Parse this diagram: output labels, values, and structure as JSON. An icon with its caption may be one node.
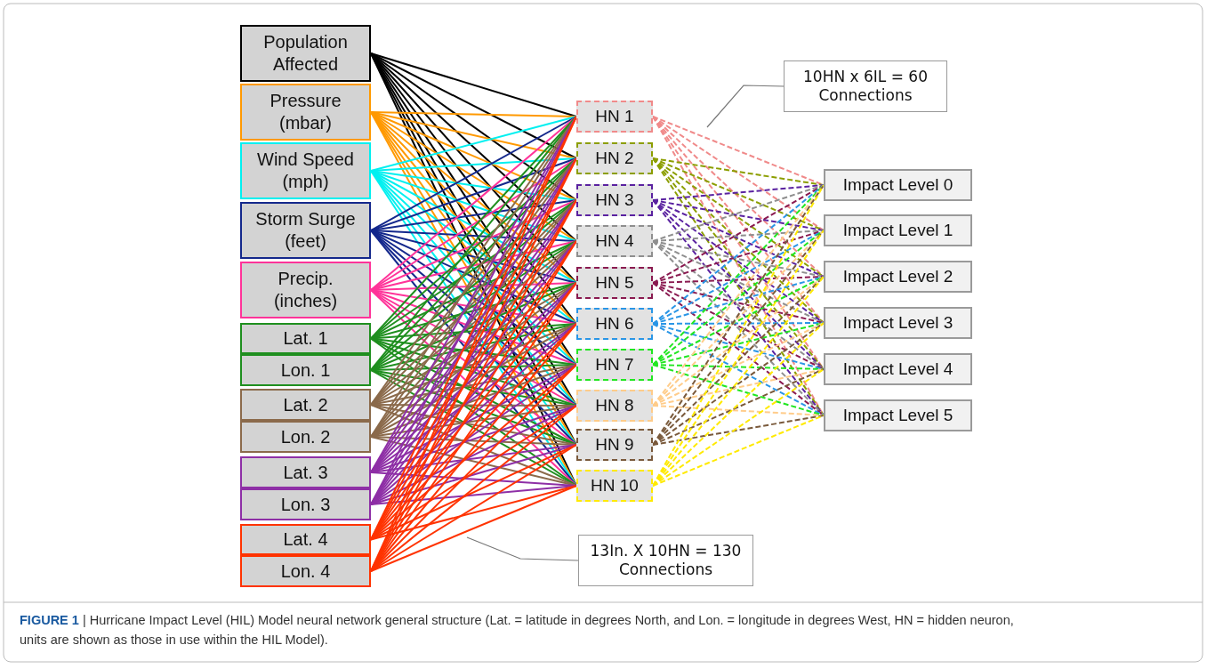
{
  "diagram": {
    "caption": "**FIGURE 1** | Hurricane Impact Level (HIL) Model neural network general structure (Lat. = latitude in degrees North, and Lon. = longitude in degrees West, HN = hidden neuron, units are shown as those in use within the HIL Model).",
    "nodes": [
      {
        "text": [
          "Population Affected"
        ]
      },
      {
        "text": [
          "Pressure (mbar)"
        ]
      },
      {
        "text": [
          "Wind Speed (mph)"
        ]
      },
      {
        "text": [
          "Storm Surge (feet)"
        ]
      },
      {
        "text": [
          "Precip. (inches)"
        ]
      },
      {
        "text": [
          "Lat. 1"
        ]
      },
      {
        "text": [
          "Lon. 1"
        ]
      },
      {
        "text": [
          "Lat. 2"
        ]
      },
      {
        "text": [
          "Lon. 2"
        ]
      },
      {
        "text": [
          "Lat. 3"
        ]
      },
      {
        "text": [
          "Lon. 3"
        ]
      },
      {
        "text": [
          "Lat. 4"
        ]
      },
      {
        "text": [
          "Lon. 4"
        ]
      },
      {
        "text": [
          "HN 1"
        ]
      },
      {
        "text": [
          "HN 2"
        ]
      },
      {
        "text": [
          "HN 3"
        ]
      },
      {
        "text": [
          "HN 4"
        ]
      },
      {
        "text": [
          "HN 5"
        ]
      },
      {
        "text": [
          "HN 6"
        ]
      },
      {
        "text": [
          "HN 7"
        ]
      },
      {
        "text": [
          "HN 8"
        ]
      },
      {
        "text": [
          "HN 9"
        ]
      },
      {
        "text": [
          "HN 10"
        ]
      },
      {
        "text": [
          "Impact Level 0"
        ]
      },
      {
        "text": [
          "Impact Level 1"
        ]
      },
      {
        "text": [
          "Impact Level 2"
        ]
      },
      {
        "text": [
          "Impact Level 3"
        ]
      },
      {
        "text": [
          "Impact Level 4"
        ]
      },
      {
        "text": [
          "Impact Level 5"
        ]
      },
      {
        "text": [
          "10HN x 6IL = 60 Connections"
        ]
      },
      {
        "text": [
          "13In. X 10HN = 130 Connections"
        ]
      }
    ],
    "edges": [
      {
        "from": 0,
        "to": 13,
        "arrow": "none",
        "color": "#000000"
      },
      {
        "from": 0,
        "to": 14,
        "arrow": "none",
        "color": "#000000"
      },
      {
        "from": 0,
        "to": 15,
        "arrow": "none",
        "color": "#000000"
      },
      {
        "from": 0,
        "to": 16,
        "arrow": "none",
        "color": "#000000"
      },
      {
        "from": 0,
        "to": 17,
        "arrow": "none",
        "color": "#000000"
      },
      {
        "from": 0,
        "to": 18,
        "arrow": "none",
        "color": "#000000"
      },
      {
        "from": 0,
        "to": 19,
        "arrow": "none",
        "color": "#000000"
      },
      {
        "from": 0,
        "to": 20,
        "arrow": "none",
        "color": "#000000"
      },
      {
        "from": 0,
        "to": 21,
        "arrow": "none",
        "color": "#000000"
      },
      {
        "from": 0,
        "to": 22,
        "arrow": "none",
        "color": "#000000"
      },
      {
        "from": 1,
        "to": 13,
        "arrow": "none",
        "color": "#ff9900"
      },
      {
        "from": 1,
        "to": 14,
        "arrow": "none",
        "color": "#ff9900"
      },
      {
        "from": 1,
        "to": 15,
        "arrow": "none",
        "color": "#ff9900"
      },
      {
        "from": 1,
        "to": 16,
        "arrow": "none",
        "color": "#ff9900"
      },
      {
        "from": 1,
        "to": 17,
        "arrow": "none",
        "color": "#ff9900"
      },
      {
        "from": 1,
        "to": 18,
        "arrow": "none",
        "color": "#ff9900"
      },
      {
        "from": 1,
        "to": 19,
        "arrow": "none",
        "color": "#ff9900"
      },
      {
        "from": 1,
        "to": 20,
        "arrow": "none",
        "color": "#ff9900"
      },
      {
        "from": 1,
        "to": 21,
        "arrow": "none",
        "color": "#ff9900"
      },
      {
        "from": 1,
        "to": 22,
        "arrow": "none",
        "color": "#ff9900"
      },
      {
        "from": 2,
        "to": 13,
        "arrow": "none",
        "color": "#00f0f0"
      },
      {
        "from": 2,
        "to": 14,
        "arrow": "none",
        "color": "#00f0f0"
      },
      {
        "from": 2,
        "to": 15,
        "arrow": "none",
        "color": "#00f0f0"
      },
      {
        "from": 2,
        "to": 16,
        "arrow": "none",
        "color": "#00f0f0"
      },
      {
        "from": 2,
        "to": 17,
        "arrow": "none",
        "color": "#00f0f0"
      },
      {
        "from": 2,
        "to": 18,
        "arrow": "none",
        "color": "#00f0f0"
      },
      {
        "from": 2,
        "to": 19,
        "arrow": "none",
        "color": "#00f0f0"
      },
      {
        "from": 2,
        "to": 20,
        "arrow": "none",
        "color": "#00f0f0"
      },
      {
        "from": 2,
        "to": 21,
        "arrow": "none",
        "color": "#00f0f0"
      },
      {
        "from": 2,
        "to": 22,
        "arrow": "none",
        "color": "#00f0f0"
      },
      {
        "from": 3,
        "to": 13,
        "arrow": "none",
        "color": "#14288c"
      },
      {
        "from": 3,
        "to": 14,
        "arrow": "none",
        "color": "#14288c"
      },
      {
        "from": 3,
        "to": 15,
        "arrow": "none",
        "color": "#14288c"
      },
      {
        "from": 3,
        "to": 16,
        "arrow": "none",
        "color": "#14288c"
      },
      {
        "from": 3,
        "to": 17,
        "arrow": "none",
        "color": "#14288c"
      },
      {
        "from": 3,
        "to": 18,
        "arrow": "none",
        "color": "#14288c"
      },
      {
        "from": 3,
        "to": 19,
        "arrow": "none",
        "color": "#14288c"
      },
      {
        "from": 3,
        "to": 20,
        "arrow": "none",
        "color": "#14288c"
      },
      {
        "from": 3,
        "to": 21,
        "arrow": "none",
        "color": "#14288c"
      },
      {
        "from": 3,
        "to": 22,
        "arrow": "none",
        "color": "#14288c"
      },
      {
        "from": 4,
        "to": 13,
        "arrow": "none",
        "color": "#ff3399"
      },
      {
        "from": 4,
        "to": 14,
        "arrow": "none",
        "color": "#ff3399"
      },
      {
        "from": 4,
        "to": 15,
        "arrow": "none",
        "color": "#ff3399"
      },
      {
        "from": 4,
        "to": 16,
        "arrow": "none",
        "color": "#ff3399"
      },
      {
        "from": 4,
        "to": 17,
        "arrow": "none",
        "color": "#ff3399"
      },
      {
        "from": 4,
        "to": 18,
        "arrow": "none",
        "color": "#ff3399"
      },
      {
        "from": 4,
        "to": 19,
        "arrow": "none",
        "color": "#ff3399"
      },
      {
        "from": 4,
        "to": 20,
        "arrow": "none",
        "color": "#ff3399"
      },
      {
        "from": 4,
        "to": 21,
        "arrow": "none",
        "color": "#ff3399"
      },
      {
        "from": 4,
        "to": 22,
        "arrow": "none",
        "color": "#ff3399"
      },
      {
        "from": 5,
        "to": 13,
        "arrow": "none",
        "color": "#1f8f1f"
      },
      {
        "from": 5,
        "to": 14,
        "arrow": "none",
        "color": "#1f8f1f"
      },
      {
        "from": 5,
        "to": 15,
        "arrow": "none",
        "color": "#1f8f1f"
      },
      {
        "from": 5,
        "to": 16,
        "arrow": "none",
        "color": "#1f8f1f"
      },
      {
        "from": 5,
        "to": 17,
        "arrow": "none",
        "color": "#1f8f1f"
      },
      {
        "from": 5,
        "to": 18,
        "arrow": "none",
        "color": "#1f8f1f"
      },
      {
        "from": 5,
        "to": 19,
        "arrow": "none",
        "color": "#1f8f1f"
      },
      {
        "from": 5,
        "to": 20,
        "arrow": "none",
        "color": "#1f8f1f"
      },
      {
        "from": 5,
        "to": 21,
        "arrow": "none",
        "color": "#1f8f1f"
      },
      {
        "from": 5,
        "to": 22,
        "arrow": "none",
        "color": "#1f8f1f"
      },
      {
        "from": 6,
        "to": 13,
        "arrow": "none",
        "color": "#1f8f1f"
      },
      {
        "from": 6,
        "to": 14,
        "arrow": "none",
        "color": "#1f8f1f"
      },
      {
        "from": 6,
        "to": 15,
        "arrow": "none",
        "color": "#1f8f1f"
      },
      {
        "from": 6,
        "to": 16,
        "arrow": "none",
        "color": "#1f8f1f"
      },
      {
        "from": 6,
        "to": 17,
        "arrow": "none",
        "color": "#1f8f1f"
      },
      {
        "from": 6,
        "to": 18,
        "arrow": "none",
        "color": "#1f8f1f"
      },
      {
        "from": 6,
        "to": 19,
        "arrow": "none",
        "color": "#1f8f1f"
      },
      {
        "from": 6,
        "to": 20,
        "arrow": "none",
        "color": "#1f8f1f"
      },
      {
        "from": 6,
        "to": 21,
        "arrow": "none",
        "color": "#1f8f1f"
      },
      {
        "from": 6,
        "to": 22,
        "arrow": "none",
        "color": "#1f8f1f"
      },
      {
        "from": 7,
        "to": 13,
        "arrow": "none",
        "color": "#8b6a4b"
      },
      {
        "from": 7,
        "to": 14,
        "arrow": "none",
        "color": "#8b6a4b"
      },
      {
        "from": 7,
        "to": 15,
        "arrow": "none",
        "color": "#8b6a4b"
      },
      {
        "from": 7,
        "to": 16,
        "arrow": "none",
        "color": "#8b6a4b"
      },
      {
        "from": 7,
        "to": 17,
        "arrow": "none",
        "color": "#8b6a4b"
      },
      {
        "from": 7,
        "to": 18,
        "arrow": "none",
        "color": "#8b6a4b"
      },
      {
        "from": 7,
        "to": 19,
        "arrow": "none",
        "color": "#8b6a4b"
      },
      {
        "from": 7,
        "to": 20,
        "arrow": "none",
        "color": "#8b6a4b"
      },
      {
        "from": 7,
        "to": 21,
        "arrow": "none",
        "color": "#8b6a4b"
      },
      {
        "from": 7,
        "to": 22,
        "arrow": "none",
        "color": "#8b6a4b"
      },
      {
        "from": 8,
        "to": 13,
        "arrow": "none",
        "color": "#8b6a4b"
      },
      {
        "from": 8,
        "to": 14,
        "arrow": "none",
        "color": "#8b6a4b"
      },
      {
        "from": 8,
        "to": 15,
        "arrow": "none",
        "color": "#8b6a4b"
      },
      {
        "from": 8,
        "to": 16,
        "arrow": "none",
        "color": "#8b6a4b"
      },
      {
        "from": 8,
        "to": 17,
        "arrow": "none",
        "color": "#8b6a4b"
      },
      {
        "from": 8,
        "to": 18,
        "arrow": "none",
        "color": "#8b6a4b"
      },
      {
        "from": 8,
        "to": 19,
        "arrow": "none",
        "color": "#8b6a4b"
      },
      {
        "from": 8,
        "to": 20,
        "arrow": "none",
        "color": "#8b6a4b"
      },
      {
        "from": 8,
        "to": 21,
        "arrow": "none",
        "color": "#8b6a4b"
      },
      {
        "from": 8,
        "to": 22,
        "arrow": "none",
        "color": "#8b6a4b"
      },
      {
        "from": 9,
        "to": 13,
        "arrow": "none",
        "color": "#8e2fa6"
      },
      {
        "from": 9,
        "to": 14,
        "arrow": "none",
        "color": "#8e2fa6"
      },
      {
        "from": 9,
        "to": 15,
        "arrow": "none",
        "color": "#8e2fa6"
      },
      {
        "from": 9,
        "to": 16,
        "arrow": "none",
        "color": "#8e2fa6"
      },
      {
        "from": 9,
        "to": 17,
        "arrow": "none",
        "color": "#8e2fa6"
      },
      {
        "from": 9,
        "to": 18,
        "arrow": "none",
        "color": "#8e2fa6"
      },
      {
        "from": 9,
        "to": 19,
        "arrow": "none",
        "color": "#8e2fa6"
      },
      {
        "from": 9,
        "to": 20,
        "arrow": "none",
        "color": "#8e2fa6"
      },
      {
        "from": 9,
        "to": 21,
        "arrow": "none",
        "color": "#8e2fa6"
      },
      {
        "from": 9,
        "to": 22,
        "arrow": "none",
        "color": "#8e2fa6"
      },
      {
        "from": 10,
        "to": 13,
        "arrow": "none",
        "color": "#8e2fa6"
      },
      {
        "from": 10,
        "to": 14,
        "arrow": "none",
        "color": "#8e2fa6"
      },
      {
        "from": 10,
        "to": 15,
        "arrow": "none",
        "color": "#8e2fa6"
      },
      {
        "from": 10,
        "to": 16,
        "arrow": "none",
        "color": "#8e2fa6"
      },
      {
        "from": 10,
        "to": 17,
        "arrow": "none",
        "color": "#8e2fa6"
      },
      {
        "from": 10,
        "to": 18,
        "arrow": "none",
        "color": "#8e2fa6"
      },
      {
        "from": 10,
        "to": 19,
        "arrow": "none",
        "color": "#8e2fa6"
      },
      {
        "from": 10,
        "to": 20,
        "arrow": "none",
        "color": "#8e2fa6"
      },
      {
        "from": 10,
        "to": 21,
        "arrow": "none",
        "color": "#8e2fa6"
      },
      {
        "from": 10,
        "to": 22,
        "arrow": "none",
        "color": "#8e2fa6"
      },
      {
        "from": 11,
        "to": 13,
        "arrow": "none",
        "color": "#ff3300"
      },
      {
        "from": 11,
        "to": 14,
        "arrow": "none",
        "color": "#ff3300"
      },
      {
        "from": 11,
        "to": 15,
        "arrow": "none",
        "color": "#ff3300"
      },
      {
        "from": 11,
        "to": 16,
        "arrow": "none",
        "color": "#ff3300"
      },
      {
        "from": 11,
        "to": 17,
        "arrow": "none",
        "color": "#ff3300"
      },
      {
        "from": 11,
        "to": 18,
        "arrow": "none",
        "color": "#ff3300"
      },
      {
        "from": 11,
        "to": 19,
        "arrow": "none",
        "color": "#ff3300"
      },
      {
        "from": 11,
        "to": 20,
        "arrow": "none",
        "color": "#ff3300"
      },
      {
        "from": 11,
        "to": 21,
        "arrow": "none",
        "color": "#ff3300"
      },
      {
        "from": 11,
        "to": 22,
        "arrow": "none",
        "color": "#ff3300"
      },
      {
        "from": 12,
        "to": 13,
        "arrow": "none",
        "color": "#ff3300"
      },
      {
        "from": 12,
        "to": 14,
        "arrow": "none",
        "color": "#ff3300"
      },
      {
        "from": 12,
        "to": 15,
        "arrow": "none",
        "color": "#ff3300"
      },
      {
        "from": 12,
        "to": 16,
        "arrow": "none",
        "color": "#ff3300"
      },
      {
        "from": 12,
        "to": 17,
        "arrow": "none",
        "color": "#ff3300"
      },
      {
        "from": 12,
        "to": 18,
        "arrow": "none",
        "color": "#ff3300"
      },
      {
        "from": 12,
        "to": 19,
        "arrow": "none",
        "color": "#ff3300"
      },
      {
        "from": 12,
        "to": 20,
        "arrow": "none",
        "color": "#ff3300"
      },
      {
        "from": 12,
        "to": 21,
        "arrow": "none",
        "color": "#ff3300"
      },
      {
        "from": 12,
        "to": 22,
        "arrow": "none",
        "color": "#ff3300"
      },
      {
        "from": 13,
        "to": 23,
        "arrow": "none",
        "style": "dashed",
        "color": "#f08a8a"
      },
      {
        "from": 13,
        "to": 24,
        "arrow": "none",
        "style": "dashed",
        "color": "#f08a8a"
      },
      {
        "from": 13,
        "to": 25,
        "arrow": "none",
        "style": "dashed",
        "color": "#f08a8a"
      },
      {
        "from": 13,
        "to": 26,
        "arrow": "none",
        "style": "dashed",
        "color": "#f08a8a"
      },
      {
        "from": 13,
        "to": 27,
        "arrow": "none",
        "style": "dashed",
        "color": "#f08a8a"
      },
      {
        "from": 13,
        "to": 28,
        "arrow": "none",
        "style": "dashed",
        "color": "#f08a8a"
      },
      {
        "from": 14,
        "to": 23,
        "arrow": "none",
        "style": "dashed",
        "color": "#8c9e00"
      },
      {
        "from": 14,
        "to": 24,
        "arrow": "none",
        "style": "dashed",
        "color": "#8c9e00"
      },
      {
        "from": 14,
        "to": 25,
        "arrow": "none",
        "style": "dashed",
        "color": "#8c9e00"
      },
      {
        "from": 14,
        "to": 26,
        "arrow": "none",
        "style": "dashed",
        "color": "#8c9e00"
      },
      {
        "from": 14,
        "to": 27,
        "arrow": "none",
        "style": "dashed",
        "color": "#8c9e00"
      },
      {
        "from": 14,
        "to": 28,
        "arrow": "none",
        "style": "dashed",
        "color": "#8c9e00"
      },
      {
        "from": 15,
        "to": 23,
        "arrow": "none",
        "style": "dashed",
        "color": "#5a22a0"
      },
      {
        "from": 15,
        "to": 24,
        "arrow": "none",
        "style": "dashed",
        "color": "#5a22a0"
      },
      {
        "from": 15,
        "to": 25,
        "arrow": "none",
        "style": "dashed",
        "color": "#5a22a0"
      },
      {
        "from": 15,
        "to": 26,
        "arrow": "none",
        "style": "dashed",
        "color": "#5a22a0"
      },
      {
        "from": 15,
        "to": 27,
        "arrow": "none",
        "style": "dashed",
        "color": "#5a22a0"
      },
      {
        "from": 15,
        "to": 28,
        "arrow": "none",
        "style": "dashed",
        "color": "#5a22a0"
      },
      {
        "from": 16,
        "to": 23,
        "arrow": "none",
        "style": "dashed",
        "color": "#8f8f8f"
      },
      {
        "from": 16,
        "to": 24,
        "arrow": "none",
        "style": "dashed",
        "color": "#8f8f8f"
      },
      {
        "from": 16,
        "to": 25,
        "arrow": "none",
        "style": "dashed",
        "color": "#8f8f8f"
      },
      {
        "from": 16,
        "to": 26,
        "arrow": "none",
        "style": "dashed",
        "color": "#8f8f8f"
      },
      {
        "from": 16,
        "to": 27,
        "arrow": "none",
        "style": "dashed",
        "color": "#8f8f8f"
      },
      {
        "from": 16,
        "to": 28,
        "arrow": "none",
        "style": "dashed",
        "color": "#8f8f8f"
      },
      {
        "from": 17,
        "to": 23,
        "arrow": "none",
        "style": "dashed",
        "color": "#8a1a50"
      },
      {
        "from": 17,
        "to": 24,
        "arrow": "none",
        "style": "dashed",
        "color": "#8a1a50"
      },
      {
        "from": 17,
        "to": 25,
        "arrow": "none",
        "style": "dashed",
        "color": "#8a1a50"
      },
      {
        "from": 17,
        "to": 26,
        "arrow": "none",
        "style": "dashed",
        "color": "#8a1a50"
      },
      {
        "from": 17,
        "to": 27,
        "arrow": "none",
        "style": "dashed",
        "color": "#8a1a50"
      },
      {
        "from": 17,
        "to": 28,
        "arrow": "none",
        "style": "dashed",
        "color": "#8a1a50"
      },
      {
        "from": 18,
        "to": 23,
        "arrow": "none",
        "style": "dashed",
        "color": "#2a96e6"
      },
      {
        "from": 18,
        "to": 24,
        "arrow": "none",
        "style": "dashed",
        "color": "#2a96e6"
      },
      {
        "from": 18,
        "to": 25,
        "arrow": "none",
        "style": "dashed",
        "color": "#2a96e6"
      },
      {
        "from": 18,
        "to": 26,
        "arrow": "none",
        "style": "dashed",
        "color": "#2a96e6"
      },
      {
        "from": 18,
        "to": 27,
        "arrow": "none",
        "style": "dashed",
        "color": "#2a96e6"
      },
      {
        "from": 18,
        "to": 28,
        "arrow": "none",
        "style": "dashed",
        "color": "#2a96e6"
      },
      {
        "from": 19,
        "to": 23,
        "arrow": "none",
        "style": "dashed",
        "color": "#22e622"
      },
      {
        "from": 19,
        "to": 24,
        "arrow": "none",
        "style": "dashed",
        "color": "#22e622"
      },
      {
        "from": 19,
        "to": 25,
        "arrow": "none",
        "style": "dashed",
        "color": "#22e622"
      },
      {
        "from": 19,
        "to": 26,
        "arrow": "none",
        "style": "dashed",
        "color": "#22e622"
      },
      {
        "from": 19,
        "to": 27,
        "arrow": "none",
        "style": "dashed",
        "color": "#22e622"
      },
      {
        "from": 19,
        "to": 28,
        "arrow": "none",
        "style": "dashed",
        "color": "#22e622"
      },
      {
        "from": 20,
        "to": 23,
        "arrow": "none",
        "style": "dashed",
        "color": "#ffcc8a"
      },
      {
        "from": 20,
        "to": 24,
        "arrow": "none",
        "style": "dashed",
        "color": "#ffcc8a"
      },
      {
        "from": 20,
        "to": 25,
        "arrow": "none",
        "style": "dashed",
        "color": "#ffcc8a"
      },
      {
        "from": 20,
        "to": 26,
        "arrow": "none",
        "style": "dashed",
        "color": "#ffcc8a"
      },
      {
        "from": 20,
        "to": 27,
        "arrow": "none",
        "style": "dashed",
        "color": "#ffcc8a"
      },
      {
        "from": 20,
        "to": 28,
        "arrow": "none",
        "style": "dashed",
        "color": "#ffcc8a"
      },
      {
        "from": 21,
        "to": 23,
        "arrow": "none",
        "style": "dashed",
        "color": "#7a5a3c"
      },
      {
        "from": 21,
        "to": 24,
        "arrow": "none",
        "style": "dashed",
        "color": "#7a5a3c"
      },
      {
        "from": 21,
        "to": 25,
        "arrow": "none",
        "style": "dashed",
        "color": "#7a5a3c"
      },
      {
        "from": 21,
        "to": 26,
        "arrow": "none",
        "style": "dashed",
        "color": "#7a5a3c"
      },
      {
        "from": 21,
        "to": 27,
        "arrow": "none",
        "style": "dashed",
        "color": "#7a5a3c"
      },
      {
        "from": 21,
        "to": 28,
        "arrow": "none",
        "style": "dashed",
        "color": "#7a5a3c"
      },
      {
        "from": 22,
        "to": 23,
        "arrow": "none",
        "style": "dashed",
        "color": "#ffea00"
      },
      {
        "from": 22,
        "to": 24,
        "arrow": "none",
        "style": "dashed",
        "color": "#ffea00"
      },
      {
        "from": 22,
        "to": 25,
        "arrow": "none",
        "style": "dashed",
        "color": "#ffea00"
      },
      {
        "from": 22,
        "to": 26,
        "arrow": "none",
        "style": "dashed",
        "color": "#ffea00"
      },
      {
        "from": 22,
        "to": 27,
        "arrow": "none",
        "style": "dashed",
        "color": "#ffea00"
      },
      {
        "from": 22,
        "to": 28,
        "arrow": "none",
        "style": "dashed",
        "color": "#ffea00"
      },
      {
        "from": 29,
        "to": null,
        "arrow": "none"
      },
      {
        "from": 30,
        "to": null,
        "arrow": "none"
      }
    ]
  }
}
